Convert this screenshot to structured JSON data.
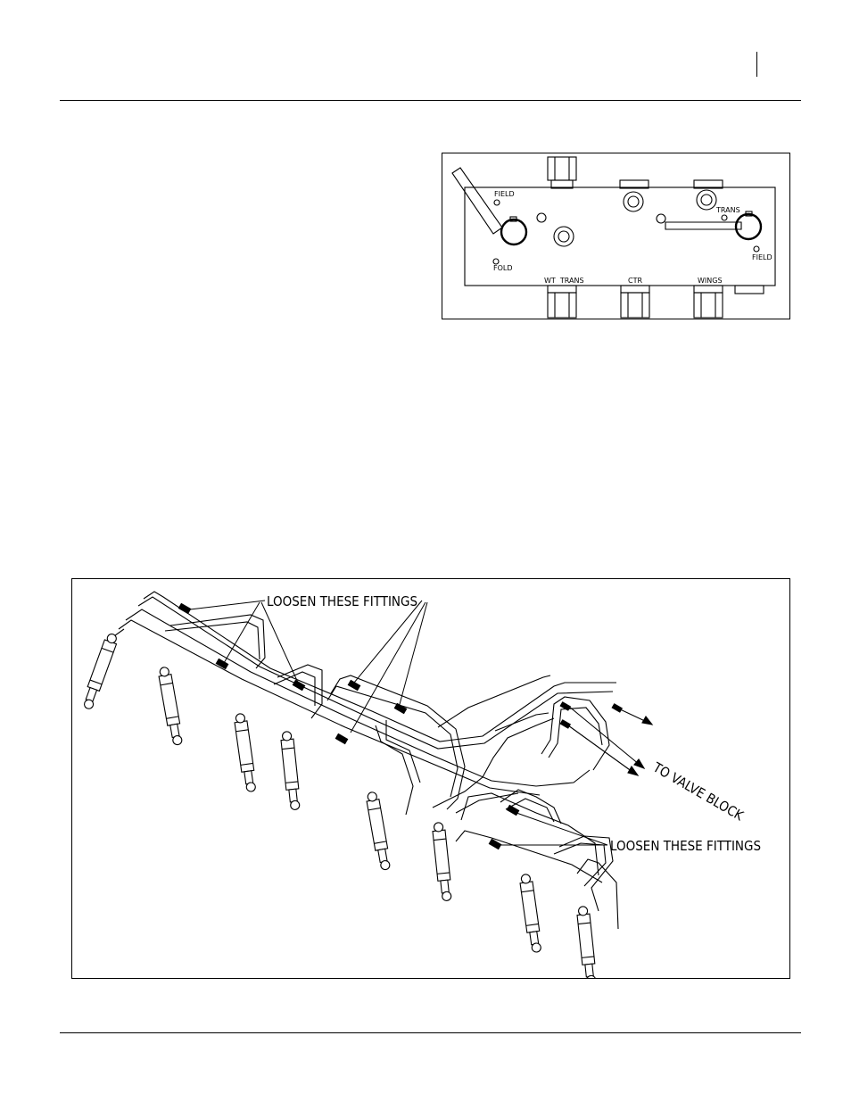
{
  "valve_figure": {
    "labels": {
      "field_left": "FIELD",
      "fold": "FOLD",
      "trans": "TRANS",
      "field_right": "FIELD",
      "port_wt_trans": "WT  TRANS",
      "port_ctr": "CTR",
      "port_wings": "WINGS"
    }
  },
  "hose_figure": {
    "callout_top": "LOOSEN THESE FITTINGS",
    "callout_bottom": "LOOSEN THESE FITTINGS",
    "destination": "TO VALVE BLOCK"
  }
}
